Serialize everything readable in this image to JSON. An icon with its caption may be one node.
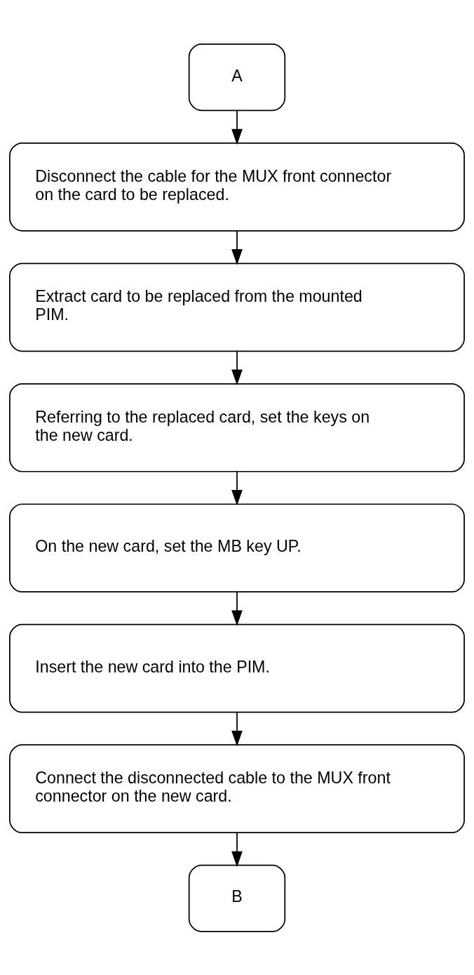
{
  "diagram": {
    "nodes": [
      {
        "text": [
          "A"
        ]
      },
      {
        "text": [
          "Disconnect the cable for the MUX front connector on the card to be replaced."
        ]
      },
      {
        "text": [
          "Extract card to be replaced from the mounted PIM."
        ]
      },
      {
        "text": [
          "Referring to the replaced card, set the keys on the new card."
        ]
      },
      {
        "text": [
          "On the new card, set the MB key UP."
        ]
      },
      {
        "text": [
          "Insert the new card into the PIM."
        ]
      },
      {
        "text": [
          "Connect the disconnected cable to the MUX front connector on the new card."
        ]
      },
      {
        "text": [
          "B"
        ]
      }
    ],
    "edges": [
      {
        "from": 0,
        "to": 1,
        "arrow": "to"
      },
      {
        "from": 1,
        "to": 2,
        "arrow": "to"
      },
      {
        "from": 2,
        "to": 3,
        "arrow": "to"
      },
      {
        "from": 3,
        "to": 4,
        "arrow": "to"
      },
      {
        "from": 4,
        "to": 5,
        "arrow": "to"
      },
      {
        "from": 5,
        "to": 6,
        "arrow": "to"
      },
      {
        "from": 6,
        "to": 7,
        "arrow": "to"
      }
    ]
  }
}
